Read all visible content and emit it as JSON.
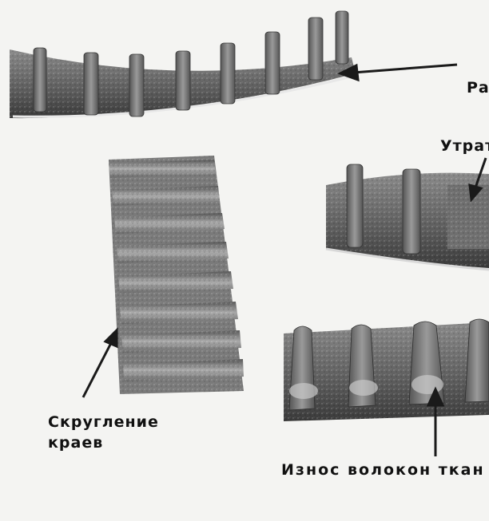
{
  "labels": {
    "top_right": "Ра",
    "mid_right": "Утрат",
    "edge_rounding_line1": "Скругление",
    "edge_rounding_line2": "краев",
    "fabric_wear": "Износ волокон ткан"
  },
  "icons": [
    "arrow-icon",
    "arrow-icon",
    "arrow-icon",
    "arrow-icon"
  ],
  "colors": {
    "background": "#f4f4f2",
    "belt_dark": "#4a4a4a",
    "belt_mid": "#7a7a7a",
    "belt_light": "#a8a8a8",
    "text": "#111111"
  }
}
